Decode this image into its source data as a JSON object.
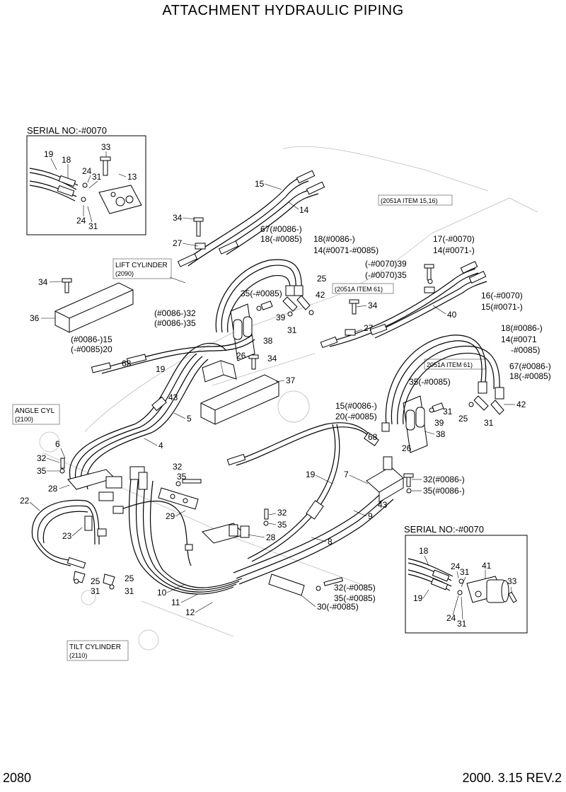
{
  "title": "ATTACHMENT HYDRAULIC PIPING",
  "page_number": "2080",
  "revision": "2000. 3.15 REV.2",
  "inset_top": {
    "heading": "SERIAL NO:-#0070",
    "labels": [
      "19",
      "18",
      "33",
      "24",
      "31",
      "13",
      "24",
      "31"
    ]
  },
  "inset_bottom": {
    "heading": "SERIAL NO:-#0070",
    "labels": [
      "18",
      "24",
      "31",
      "41",
      "33",
      "19",
      "24",
      "31"
    ]
  },
  "reference_boxes": [
    {
      "id": "lift",
      "line1": "LIFT CYLINDER",
      "line2": "(2090)"
    },
    {
      "id": "angle",
      "line1": "ANGLE CYL",
      "line2": "(2100)"
    },
    {
      "id": "tilt",
      "line1": "TILT CYLINDER",
      "line2": "(2110)"
    },
    {
      "id": "item1516",
      "line1": "(2051A ITEM 15,16)",
      "line2": ""
    },
    {
      "id": "item61a",
      "line1": "(2051A ITEM 61)",
      "line2": ""
    },
    {
      "id": "item61b",
      "line1": "2051A ITEM 61)",
      "line2": ""
    }
  ],
  "callouts": [
    "15",
    "14",
    "34",
    "27",
    "67(#0086-)",
    "18(-#0085)",
    "18(#0086-)",
    "14(#0071-#0085)",
    "25",
    "35(-#0085)",
    "42",
    "39",
    "31",
    "17(-#0070)",
    "14(#0071-)",
    "(-#0070)39",
    "(-#0070)35",
    "16(-#0070)",
    "15(#0071-)",
    "40",
    "34",
    "27",
    "34",
    "36",
    "(#0086-)32",
    "(#0086-)35",
    "(#0086-)15",
    "(-#0085)20",
    "68",
    "19",
    "43",
    "38",
    "26",
    "34",
    "37",
    "5",
    "4",
    "6",
    "32",
    "35",
    "28",
    "22",
    "23",
    "25",
    "31",
    "25",
    "31",
    "18(#0086-)",
    "14(#0071",
    "-#0085)",
    "67(#0086-)",
    "18(-#0085)",
    "35(-#0085)",
    "31",
    "42",
    "39",
    "25",
    "31",
    "15(#0086-)",
    "20(-#0085)",
    "68",
    "38",
    "26",
    "19",
    "7",
    "32(#0086-)",
    "35(#0086-)",
    "43",
    "9",
    "32",
    "35",
    "28",
    "8",
    "35",
    "32",
    "29",
    "32(-#0085)",
    "35(-#0085)",
    "30(-#0085)",
    "10",
    "11",
    "12"
  ]
}
